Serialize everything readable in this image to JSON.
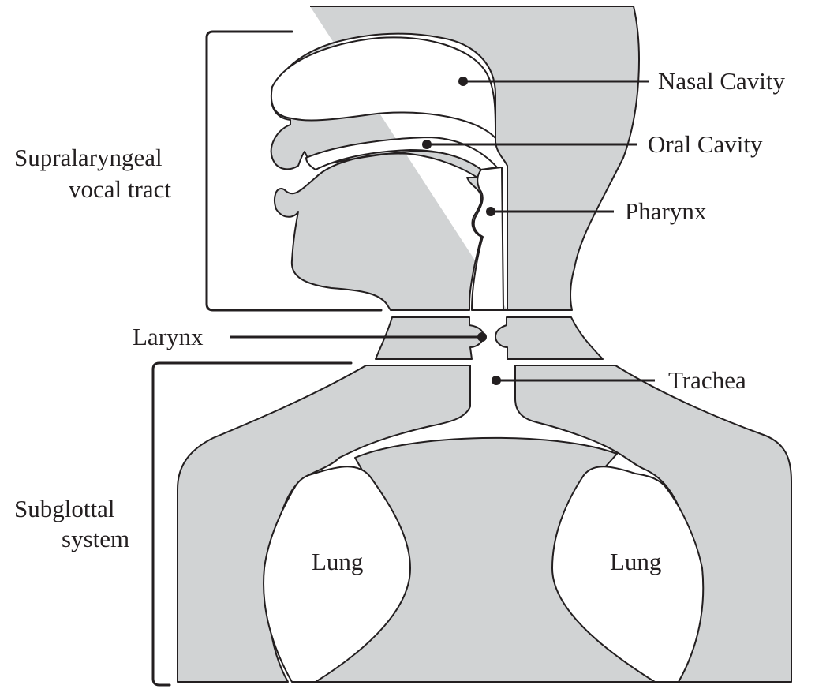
{
  "labels": {
    "nasal_cavity": "Nasal Cavity",
    "oral_cavity": "Oral Cavity",
    "pharynx": "Pharynx",
    "larynx": "Larynx",
    "trachea": "Trachea",
    "supralaryngeal_line1": "Supralaryngeal",
    "supralaryngeal_line2": "vocal tract",
    "subglottal_line1": "Subglottal",
    "subglottal_line2": "system",
    "lung_left": "Lung",
    "lung_right": "Lung"
  },
  "colors": {
    "tissue": "#d1d3d4",
    "outline": "#231f20",
    "background": "#ffffff"
  }
}
